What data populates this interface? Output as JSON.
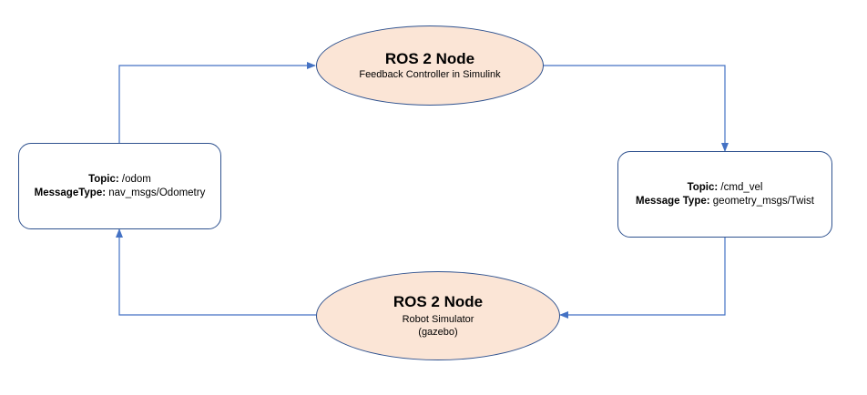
{
  "colors": {
    "ellipse_fill": "#fbe5d6",
    "stroke": "#2f528f",
    "arrow": "#4472c4"
  },
  "nodes": {
    "controller": {
      "title": "ROS 2 Node",
      "subtitle": "Feedback Controller in Simulink"
    },
    "simulator": {
      "title": "ROS 2 Node",
      "subtitle_line1": "Robot Simulator",
      "subtitle_line2": "(gazebo)"
    },
    "odom_topic": {
      "topic_label": "Topic:",
      "topic_value": " /odom",
      "type_label": "MessageType:",
      "type_value": " nav_msgs/Odometry"
    },
    "cmdvel_topic": {
      "topic_label": "Topic:",
      "topic_value": " /cmd_vel",
      "type_label": "Message Type:",
      "type_value": " geometry_msgs/Twist"
    }
  }
}
